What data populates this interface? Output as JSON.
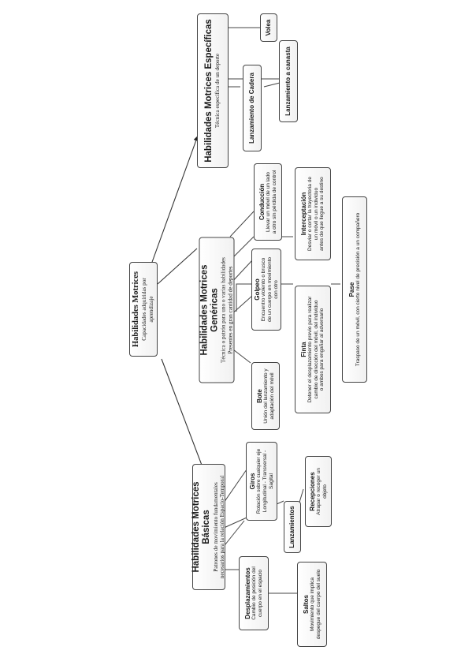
{
  "root": {
    "title": "Habilidades Motrices",
    "desc": "Capacidades adquiridas por aprendizaje"
  },
  "basicas": {
    "title": "Habilidades Motrices Básicas",
    "desc1": "Patrones de movimiento fundamentales",
    "desc2": "necesarios para la relación Espacio-Temporal",
    "desplazamientos": {
      "title": "Desplazamientos",
      "desc1": "Cambio de posición del",
      "desc2": "cuerpo en el espacio"
    },
    "saltos": {
      "title": "Saltos",
      "desc1": "Movimiento que implica",
      "desc2": "despegue del cuerpo del suelo"
    },
    "giros": {
      "title": "Giros",
      "desc1": "Rotación sobre cualquier eje",
      "desc2": "Longitudinal - Transversal - Sagital"
    },
    "lanzamientos": {
      "title": "Lanzamientos"
    },
    "recepciones": {
      "title": "Recepciones",
      "desc1": "Atrapar o recoger un objeto"
    }
  },
  "genericas": {
    "title": "Habilidades Motrices Genéricas",
    "desc1": "Técnica o patrón para uno o varias habilidades",
    "desc2": "Presentes en gran cantidad de deportes",
    "bote": {
      "title": "Bote",
      "desc1": "Unión del lanzamiento y",
      "desc2": "adaptación del móvil"
    },
    "golpeo": {
      "title": "Golpeo",
      "desc1": "Encuentro violento o brusco",
      "desc2": "de un cuerpo en movimiento con otro"
    },
    "conduccion": {
      "title": "Conducción",
      "desc1": "Llevar un móvil de un lado",
      "desc2": "a otro sin pérdida de control"
    },
    "finta": {
      "title": "Finta",
      "desc1": "Detener el desplazamiento previo para realizar",
      "desc2": "cambio de dirección del móvil, del individuo",
      "desc3": "o ambos para engañar al adversario"
    },
    "pase": {
      "title": "Pase",
      "desc1": "Traspaso de un móvil, con cierto nivel de precisión a un compañero"
    },
    "interceptacion": {
      "title": "Interceptación",
      "desc1": "Desviar o cortar la trayectoria de",
      "desc2": "un móvil o un individuo",
      "desc3": "antes de que llegue a su destino"
    }
  },
  "especificas": {
    "title": "Habilidades Motrices Específicas",
    "desc1": "Técnica específica de un deporte",
    "volea": {
      "title": "Volea"
    },
    "lanzamiento_canasta": {
      "title": "Lanzamiento a canasta"
    },
    "lanzamiento_cadera": {
      "title": "Lanzamiento de Cadera"
    }
  }
}
